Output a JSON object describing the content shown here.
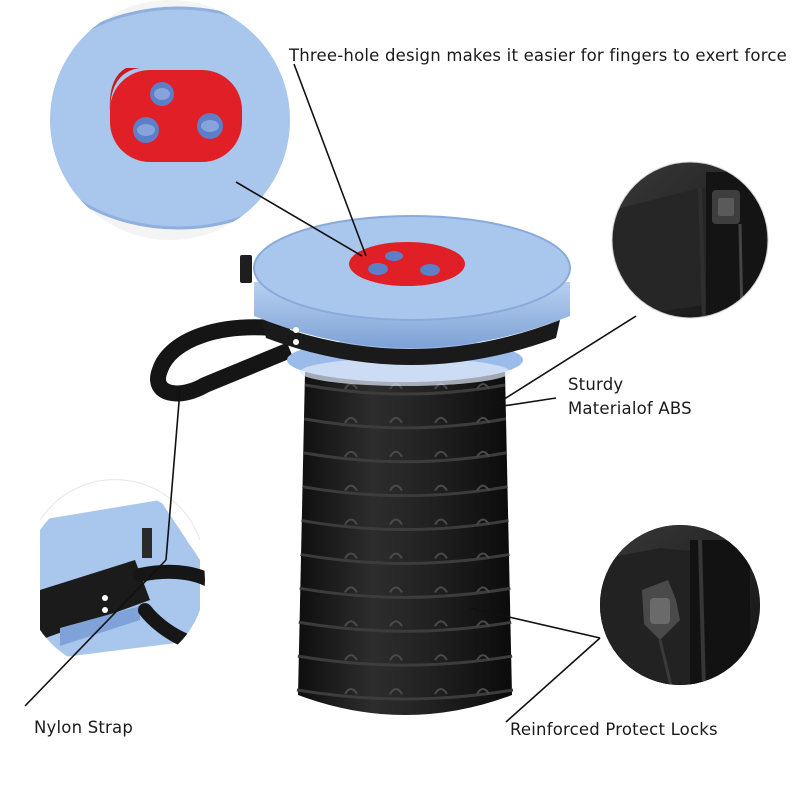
{
  "labels": {
    "three_hole": "Three-hole design makes it easier for fingers to exert force",
    "sturdy_line1": "Sturdy",
    "sturdy_line2": "Materialof ABS",
    "nylon_strap": "Nylon Strap",
    "protect_locks": "Reinforced Protect Locks"
  },
  "colors": {
    "seat_blue": "#a9c6ec",
    "hole_red": "#e11f26",
    "body_black": "#1c1c1c",
    "background": "#ffffff"
  }
}
